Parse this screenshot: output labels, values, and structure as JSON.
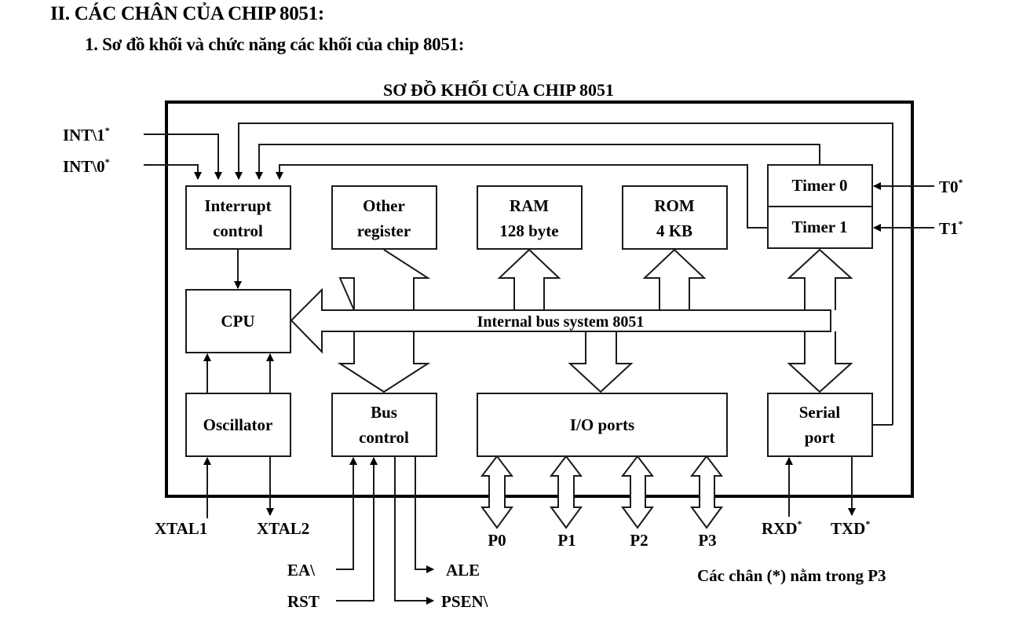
{
  "document": {
    "section_heading": "II. CÁC CHÂN CỦA CHIP 8051:",
    "subsection_heading": "1.  Sơ đồ khối và chức năng các khối của chip 8051:",
    "diagram_title": "SƠ ĐỒ KHỐI CỦA CHIP 8051"
  },
  "blocks": {
    "interrupt_control": [
      "Interrupt",
      "control"
    ],
    "other_register": [
      "Other",
      "register"
    ],
    "ram": [
      "RAM",
      "128 byte"
    ],
    "rom": [
      "ROM",
      "4 KB"
    ],
    "timer0": "Timer 0",
    "timer1": "Timer 1",
    "cpu": "CPU",
    "internal_bus": "Internal bus system 8051",
    "oscillator": "Oscillator",
    "bus_control": [
      "Bus",
      "control"
    ],
    "io_ports": "I/O ports",
    "serial_port": [
      "Serial",
      "port"
    ]
  },
  "pins": {
    "int1": "INT\\1",
    "int0": "INT\\0",
    "t0": "T0",
    "t1": "T1",
    "xtal1": "XTAL1",
    "xtal2": "XTAL2",
    "ea": "EA\\",
    "rst": "RST",
    "ale": "ALE",
    "psen": "PSEN\\",
    "p0": "P0",
    "p1": "P1",
    "p2": "P2",
    "p3": "P3",
    "rxd": "RXD",
    "txd": "TXD",
    "asterisk": "*"
  },
  "note": "Các chân (*) nằm trong P3"
}
